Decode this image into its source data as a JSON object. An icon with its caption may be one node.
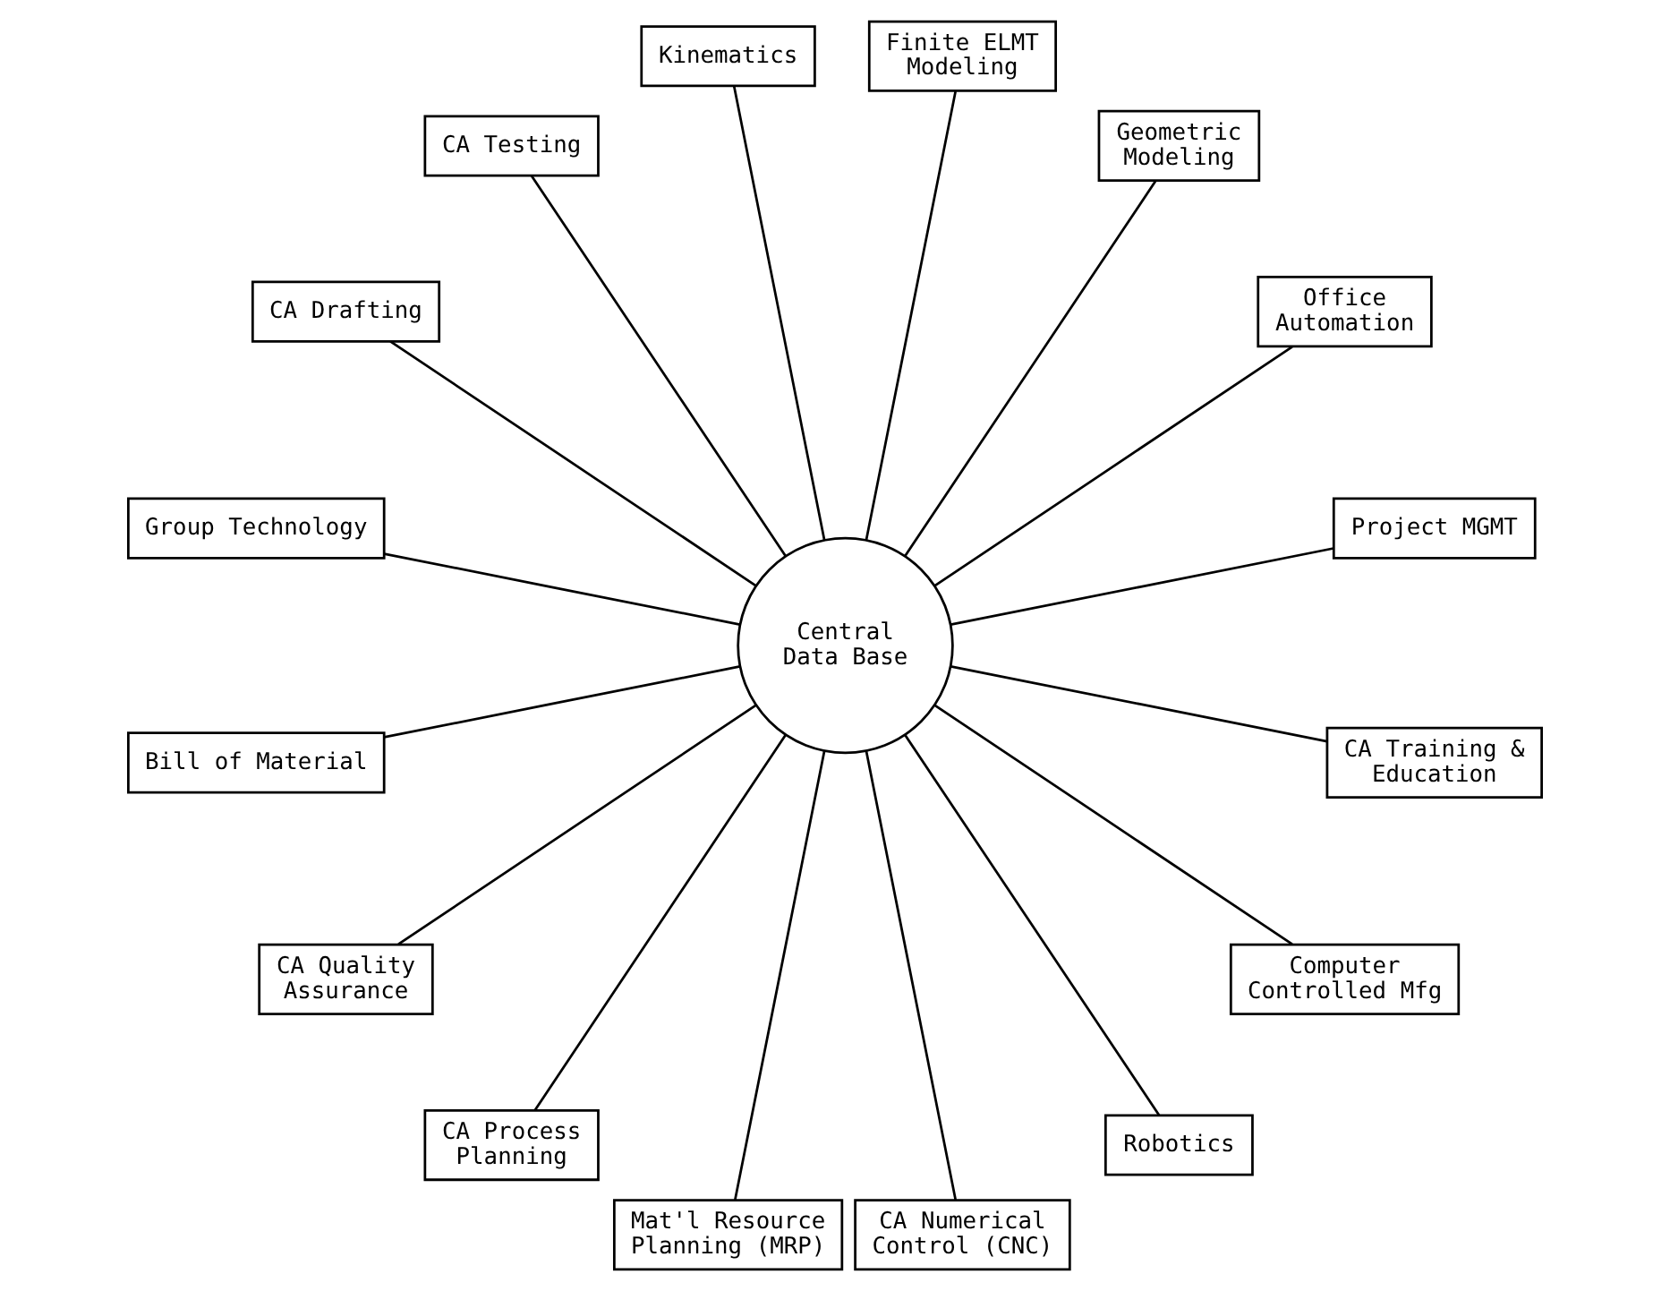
{
  "diagram": {
    "nodes": [
      {
        "text": [
          "Central Data Base"
        ]
      },
      {
        "text": [
          "Project MGMT"
        ]
      },
      {
        "text": [
          "Office Automation"
        ]
      },
      {
        "text": [
          "Geometric Modeling"
        ]
      },
      {
        "text": [
          "Finite ELMT Modeling"
        ]
      },
      {
        "text": [
          "Kinematics"
        ]
      },
      {
        "text": [
          "CA Testing"
        ]
      },
      {
        "text": [
          "CA Drafting"
        ]
      },
      {
        "text": [
          "Group Technology"
        ]
      },
      {
        "text": [
          "Bill of Material"
        ]
      },
      {
        "text": [
          "CA Quality Assurance"
        ]
      },
      {
        "text": [
          "CA Process Planning"
        ]
      },
      {
        "text": [
          "Mat'l Resource Planning (MRP)"
        ]
      },
      {
        "text": [
          "CA Numerical Control (CNC)"
        ]
      },
      {
        "text": [
          "Robotics"
        ]
      },
      {
        "text": [
          "Computer Controlled Mfg"
        ]
      },
      {
        "text": [
          "CA Training & Education"
        ]
      }
    ],
    "edges": [
      {
        "from": 0,
        "to": 1,
        "arrow": "none"
      },
      {
        "from": 0,
        "to": 2,
        "arrow": "none"
      },
      {
        "from": 0,
        "to": 3,
        "arrow": "none"
      },
      {
        "from": 0,
        "to": 4,
        "arrow": "none"
      },
      {
        "from": 0,
        "to": 5,
        "arrow": "none"
      },
      {
        "from": 0,
        "to": 6,
        "arrow": "none"
      },
      {
        "from": 0,
        "to": 7,
        "arrow": "none"
      },
      {
        "from": 0,
        "to": 8,
        "arrow": "none"
      },
      {
        "from": 0,
        "to": 9,
        "arrow": "none"
      },
      {
        "from": 0,
        "to": 10,
        "arrow": "none"
      },
      {
        "from": 0,
        "to": 11,
        "arrow": "none"
      },
      {
        "from": 0,
        "to": 12,
        "arrow": "none"
      },
      {
        "from": 0,
        "to": 13,
        "arrow": "none"
      },
      {
        "from": 0,
        "to": 14,
        "arrow": "none"
      },
      {
        "from": 0,
        "to": 15,
        "arrow": "none"
      },
      {
        "from": 0,
        "to": 16,
        "arrow": "none"
      }
    ]
  }
}
